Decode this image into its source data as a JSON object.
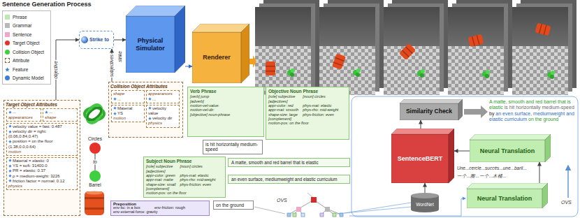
{
  "diagram": {
    "title": "Sentence Generation Process",
    "nodes": [
      {
        "text": [
          "Strike to"
        ]
      },
      {
        "text": [
          "Physical Simulator"
        ]
      },
      {
        "text": [
          "Renderer"
        ]
      },
      {
        "text": [
          "Target Object Attributes"
        ]
      },
      {
        "text": [
          "...",
          "appearances"
        ],
        "in": 3
      },
      {
        "text": [
          "...",
          "shape"
        ],
        "in": 3
      },
      {
        "text": [
          "velocity value = fast: 0.487",
          "velocity dir = right: (0.06,0.84,0.47)",
          "position = on the floor (1.38,0.0,0.64)",
          "motion"
        ],
        "in": 3
      },
      {
        "text": [
          "Material = elastic: 0",
          "YS = soft: 31400.0",
          "PR = elastic: 0.37",
          "ρ = medium-weight: 3226",
          "friction factor = normal: 0.12",
          "physics"
        ],
        "in": 3
      },
      {
        "text": [
          "Collision Object Attributes"
        ]
      },
      {
        "text": [
          "shape",
          "..."
        ],
        "in": 8
      },
      {
        "text": [
          "appearances",
          "..."
        ],
        "in": 8
      },
      {
        "text": [
          "Material",
          "YS",
          "motion"
        ],
        "in": 8
      },
      {
        "text": [
          "velocity value",
          "velocity dir",
          "physics"
        ],
        "in": 8
      },
      {
        "text": [
          "Verb Phrase",
          "[verb] jump",
          "[adverb]",
          "motion-vel-value:",
          "motion-vel-dir:",
          "[objective] noun-phrase"
        ]
      },
      {
        "text": [
          "is hit horizontally medium-speed"
        ]
      },
      {
        "text": [
          "Objective Noun Phrase",
          "[role] subjective",
          "[noun] circles",
          "[adjectives]",
          "appr-color: red",
          "phys-mat: elastic",
          "appr-mat: smooth",
          "phys-rho: mid-weight",
          "shape-size: large",
          "phys-friction: even",
          "[complement]",
          "motion-pos: on the floor"
        ]
      },
      {
        "text": [
          "Subject Noun Phrase",
          "[role] subjective",
          "[noun] circles",
          "[adjectives]",
          "appr-color: green",
          "phys-mat: elastic",
          "appr-mat: matte",
          "phys-rho: mid-weight",
          "shape-size: small",
          "phys-friction: even",
          "[complement]",
          "motion-pos: on the floor"
        ]
      },
      {
        "text": [
          "A matte, smooth and red barrel that is elastic"
        ]
      },
      {
        "text": [
          "an even surface, mediumweight and elastic curriculum"
        ]
      },
      {
        "text": [
          "Preposition",
          "env-bc: in a box",
          "env-friction: rough",
          "env-external-force: gravity"
        ]
      },
      {
        "text": [
          "on the ground"
        ]
      },
      {
        "text": [
          "Similarity Check"
        ]
      },
      {
        "text": [
          "SentenceBERT"
        ]
      },
      {
        "text": [
          "WordNet"
        ]
      },
      {
        "text": [
          "Neural Translation"
        ]
      },
      {
        "text": [
          "Neural Translation"
        ]
      },
      {
        "text": [
          "Circles"
        ]
      },
      {
        "text": [
          "Barrel"
        ]
      }
    ],
    "edges": [
      {
        "from": 3,
        "to": 0,
        "arrow": "to",
        "label": "objective"
      },
      {
        "from": 8,
        "to": 0,
        "arrow": "to",
        "label": "subjectives"
      },
      {
        "from": 0,
        "to": 1,
        "arrow": "to",
        "label": "strike"
      },
      {
        "from": 1,
        "to": 2,
        "arrow": "to"
      },
      {
        "from": 26,
        "to": 27,
        "arrow": "none",
        "label": "to"
      },
      {
        "from": 22,
        "to": 21,
        "arrow": "to"
      },
      {
        "from": 23,
        "to": 22,
        "arrow": "to"
      },
      {
        "from": 24,
        "to": 22,
        "arrow": "to"
      },
      {
        "from": 25,
        "to": 24,
        "arrow": "to"
      }
    ],
    "labels": [
      "OVS",
      "A matte, smooth and red barrel that is elastic",
      "is hit horizontally medium-speed",
      "by",
      "an even surface, mediumweight and elastic curriculum",
      "on the ground",
      "Une...cercle...succès...une...baril...",
      "一个...圈...一个...木桶...",
      "OVS"
    ],
    "legend": [
      {
        "text": "Phrase",
        "color": "#bfe8b0"
      },
      {
        "text": "Grammar",
        "color": "#b8b8b8"
      },
      {
        "text": "Sentence",
        "color": "#f3a6c8"
      },
      {
        "text": "Target Object",
        "color": "#e5322b"
      },
      {
        "text": "Collision Object",
        "color": "#3fcf3f"
      },
      {
        "text": "Attribute"
      },
      {
        "text": "Feature"
      },
      {
        "text": "Dynamic Model",
        "color": "#3b7dd8"
      }
    ]
  }
}
